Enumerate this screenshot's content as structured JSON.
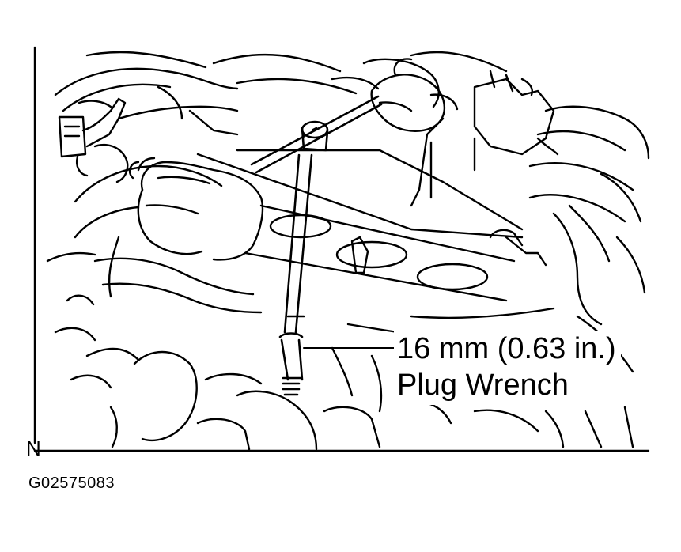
{
  "callout": {
    "line1": "16 mm (0.63 in.)",
    "line2": "Plug Wrench"
  },
  "corner_letter": "N",
  "figure_code": "G02575083",
  "colors": {
    "ink": "#000000",
    "paper": "#ffffff"
  }
}
